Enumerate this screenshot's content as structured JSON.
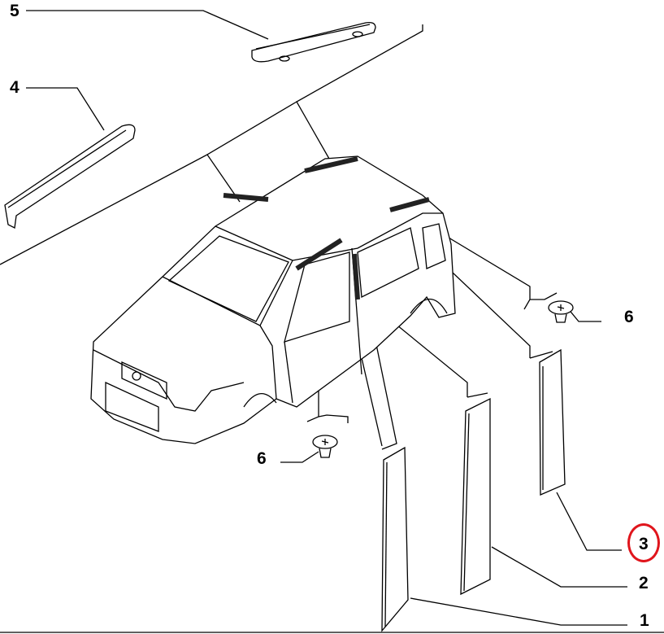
{
  "callouts": [
    {
      "id": "5",
      "label": "5"
    },
    {
      "id": "4",
      "label": "4"
    },
    {
      "id": "6a",
      "label": "6"
    },
    {
      "id": "6b",
      "label": "6"
    },
    {
      "id": "3",
      "label": "3",
      "highlighted": true
    },
    {
      "id": "2",
      "label": "2"
    },
    {
      "id": "1",
      "label": "1"
    }
  ],
  "colors": {
    "highlight": "#e0151c",
    "line": "#000000"
  }
}
